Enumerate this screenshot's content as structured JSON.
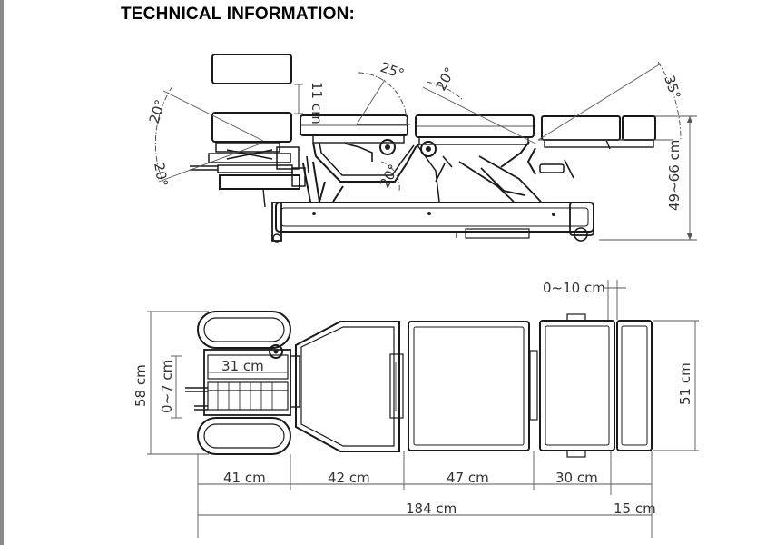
{
  "title": "TECHNICAL INFORMATION:",
  "side_view": {
    "height_headrest": "11 cm",
    "angle_head_up": "20°",
    "angle_head_down": "20°",
    "angle_thoracic": "25°",
    "angle_thoracic_down": "20°",
    "angle_lumbar": "20°",
    "angle_leg": "35°",
    "height_range": "49~66 cm"
  },
  "top_view": {
    "head_section_length": "41 cm",
    "thoracic_length": "42 cm",
    "lumbar_length": "47 cm",
    "pelvic_length": "30 cm",
    "leg_length": "15 cm",
    "total_length": "184 cm",
    "head_width": "58 cm",
    "body_width": "51 cm",
    "headpiece_width": "31 cm",
    "headpiece_adjust": "0~7 cm",
    "gap_adjust": "0~10 cm"
  }
}
